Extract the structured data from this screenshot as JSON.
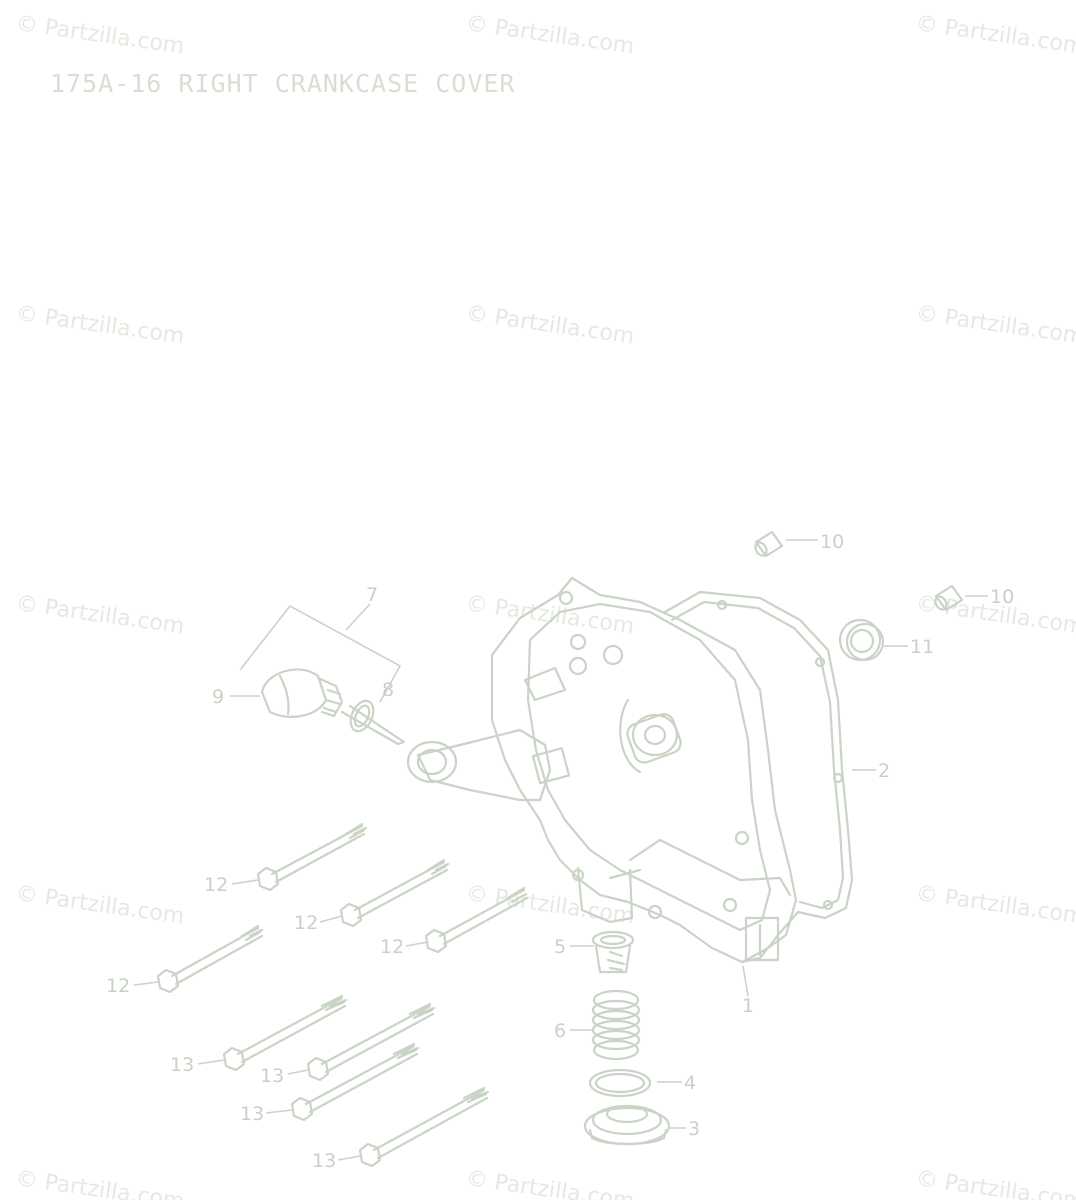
{
  "title": "175A-16 RIGHT CRANKCASE COVER",
  "watermark": "© Partzilla.com",
  "colors": {
    "line": "#c9d4c6",
    "text": "#c8d2c4",
    "watermark": "#e4e9e1"
  },
  "callouts": {
    "c1": "1",
    "c2": "2",
    "c3": "3",
    "c4": "4",
    "c5": "5",
    "c6": "6",
    "c7": "7",
    "c8": "8",
    "c9": "9",
    "c10a": "10",
    "c10b": "10",
    "c11": "11",
    "c12a": "12",
    "c12b": "12",
    "c12c": "12",
    "c12d": "12",
    "c13a": "13",
    "c13b": "13",
    "c13c": "13",
    "c13d": "13"
  }
}
